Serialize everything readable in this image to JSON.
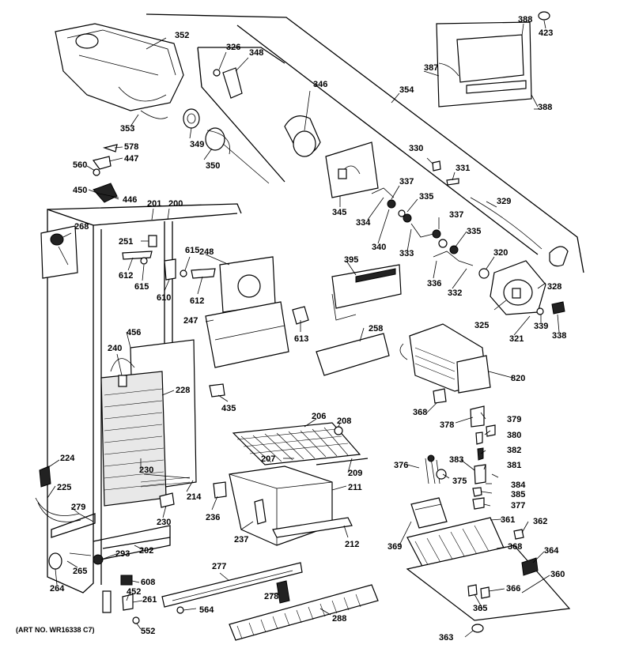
{
  "art_number": "(ART NO. WR16338 C7)",
  "parts": [
    {
      "id": "p352",
      "label": "352"
    },
    {
      "id": "p326",
      "label": "326"
    },
    {
      "id": "p348",
      "label": "348"
    },
    {
      "id": "p346",
      "label": "346"
    },
    {
      "id": "p353",
      "label": "353"
    },
    {
      "id": "p349",
      "label": "349"
    },
    {
      "id": "p350",
      "label": "350"
    },
    {
      "id": "p578",
      "label": "578"
    },
    {
      "id": "p447",
      "label": "447"
    },
    {
      "id": "p560",
      "label": "560"
    },
    {
      "id": "p450",
      "label": "450"
    },
    {
      "id": "p446",
      "label": "446"
    },
    {
      "id": "p201",
      "label": "201"
    },
    {
      "id": "p200",
      "label": "200"
    },
    {
      "id": "p268",
      "label": "268"
    },
    {
      "id": "p251",
      "label": "251"
    },
    {
      "id": "p612a",
      "label": "612"
    },
    {
      "id": "p615a",
      "label": "615"
    },
    {
      "id": "p615b",
      "label": "615"
    },
    {
      "id": "p610",
      "label": "610"
    },
    {
      "id": "p248",
      "label": "248"
    },
    {
      "id": "p612b",
      "label": "612"
    },
    {
      "id": "p247",
      "label": "247"
    },
    {
      "id": "p613",
      "label": "613"
    },
    {
      "id": "p456",
      "label": "456"
    },
    {
      "id": "p240",
      "label": "240"
    },
    {
      "id": "p228",
      "label": "228"
    },
    {
      "id": "p435",
      "label": "435"
    },
    {
      "id": "p224",
      "label": "224"
    },
    {
      "id": "p230a",
      "label": "230"
    },
    {
      "id": "p225",
      "label": "225"
    },
    {
      "id": "p279",
      "label": "279"
    },
    {
      "id": "p230b",
      "label": "230"
    },
    {
      "id": "p214",
      "label": "214"
    },
    {
      "id": "p236",
      "label": "236"
    },
    {
      "id": "p237",
      "label": "237"
    },
    {
      "id": "p293",
      "label": "293"
    },
    {
      "id": "p202",
      "label": "202"
    },
    {
      "id": "p265",
      "label": "265"
    },
    {
      "id": "p264",
      "label": "264"
    },
    {
      "id": "p608",
      "label": "608"
    },
    {
      "id": "p452",
      "label": "452"
    },
    {
      "id": "p261",
      "label": "261"
    },
    {
      "id": "p552",
      "label": "552"
    },
    {
      "id": "p277",
      "label": "277"
    },
    {
      "id": "p278",
      "label": "278"
    },
    {
      "id": "p564",
      "label": "564"
    },
    {
      "id": "p288",
      "label": "288"
    },
    {
      "id": "p206",
      "label": "206"
    },
    {
      "id": "p208",
      "label": "208"
    },
    {
      "id": "p207",
      "label": "207"
    },
    {
      "id": "p209",
      "label": "209"
    },
    {
      "id": "p211",
      "label": "211"
    },
    {
      "id": "p212",
      "label": "212"
    },
    {
      "id": "p345",
      "label": "345"
    },
    {
      "id": "p334",
      "label": "334"
    },
    {
      "id": "p337a",
      "label": "337"
    },
    {
      "id": "p335a",
      "label": "335"
    },
    {
      "id": "p340",
      "label": "340"
    },
    {
      "id": "p333",
      "label": "333"
    },
    {
      "id": "p337b",
      "label": "337"
    },
    {
      "id": "p335b",
      "label": "335"
    },
    {
      "id": "p336",
      "label": "336"
    },
    {
      "id": "p332",
      "label": "332"
    },
    {
      "id": "p320",
      "label": "320"
    },
    {
      "id": "p328",
      "label": "328"
    },
    {
      "id": "p325",
      "label": "325"
    },
    {
      "id": "p321",
      "label": "321"
    },
    {
      "id": "p339",
      "label": "339"
    },
    {
      "id": "p338",
      "label": "338"
    },
    {
      "id": "p330",
      "label": "330"
    },
    {
      "id": "p331",
      "label": "331"
    },
    {
      "id": "p329",
      "label": "329"
    },
    {
      "id": "p354",
      "label": "354"
    },
    {
      "id": "p387",
      "label": "387"
    },
    {
      "id": "p388a",
      "label": "388"
    },
    {
      "id": "p423",
      "label": "423"
    },
    {
      "id": "p388b",
      "label": "388"
    },
    {
      "id": "p395",
      "label": "395"
    },
    {
      "id": "p258",
      "label": "258"
    },
    {
      "id": "p820",
      "label": "820"
    },
    {
      "id": "p368a",
      "label": "368"
    },
    {
      "id": "p378",
      "label": "378"
    },
    {
      "id": "p379",
      "label": "379"
    },
    {
      "id": "p380",
      "label": "380"
    },
    {
      "id": "p382",
      "label": "382"
    },
    {
      "id": "p381",
      "label": "381"
    },
    {
      "id": "p383",
      "label": "383"
    },
    {
      "id": "p376",
      "label": "376"
    },
    {
      "id": "p375",
      "label": "375"
    },
    {
      "id": "p384",
      "label": "384"
    },
    {
      "id": "p385",
      "label": "385"
    },
    {
      "id": "p377",
      "label": "377"
    },
    {
      "id": "p361",
      "label": "361"
    },
    {
      "id": "p362",
      "label": "362"
    },
    {
      "id": "p369",
      "label": "369"
    },
    {
      "id": "p368b",
      "label": "368"
    },
    {
      "id": "p364",
      "label": "364"
    },
    {
      "id": "p360",
      "label": "360"
    },
    {
      "id": "p366",
      "label": "366"
    },
    {
      "id": "p365",
      "label": "365"
    },
    {
      "id": "p363",
      "label": "363"
    }
  ]
}
